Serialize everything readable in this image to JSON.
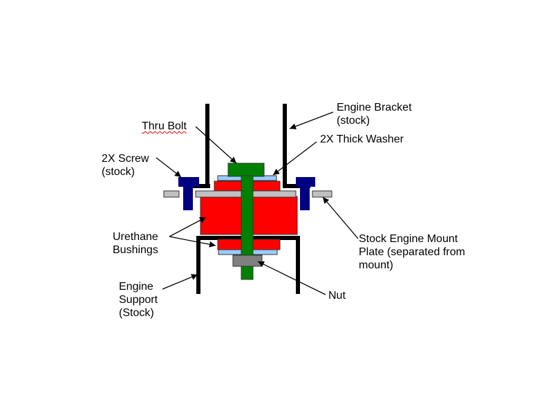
{
  "labels": {
    "engine_bracket": [
      "Engine Bracket",
      "(stock)"
    ],
    "thru_bolt": [
      "Thru Bolt"
    ],
    "thick_washer": [
      "2X Thick Washer"
    ],
    "screw": [
      "2X Screw",
      "(stock)"
    ],
    "urethane_bushings": [
      "Urethane",
      "Bushings"
    ],
    "stock_mount_plate": [
      "Stock Engine Mount",
      "Plate (separated from",
      "mount)"
    ],
    "engine_support": [
      "Engine",
      "Support",
      "(Stock)"
    ],
    "nut": [
      "Nut"
    ]
  },
  "colors": {
    "bracket": "#000000",
    "bolt": "#008000",
    "bushing": "#ff0000",
    "washer": "#99ccff",
    "plate": "#c0c0c0",
    "screw": "#000080",
    "nut": "#808080",
    "spelling_underline": "#e00000"
  }
}
